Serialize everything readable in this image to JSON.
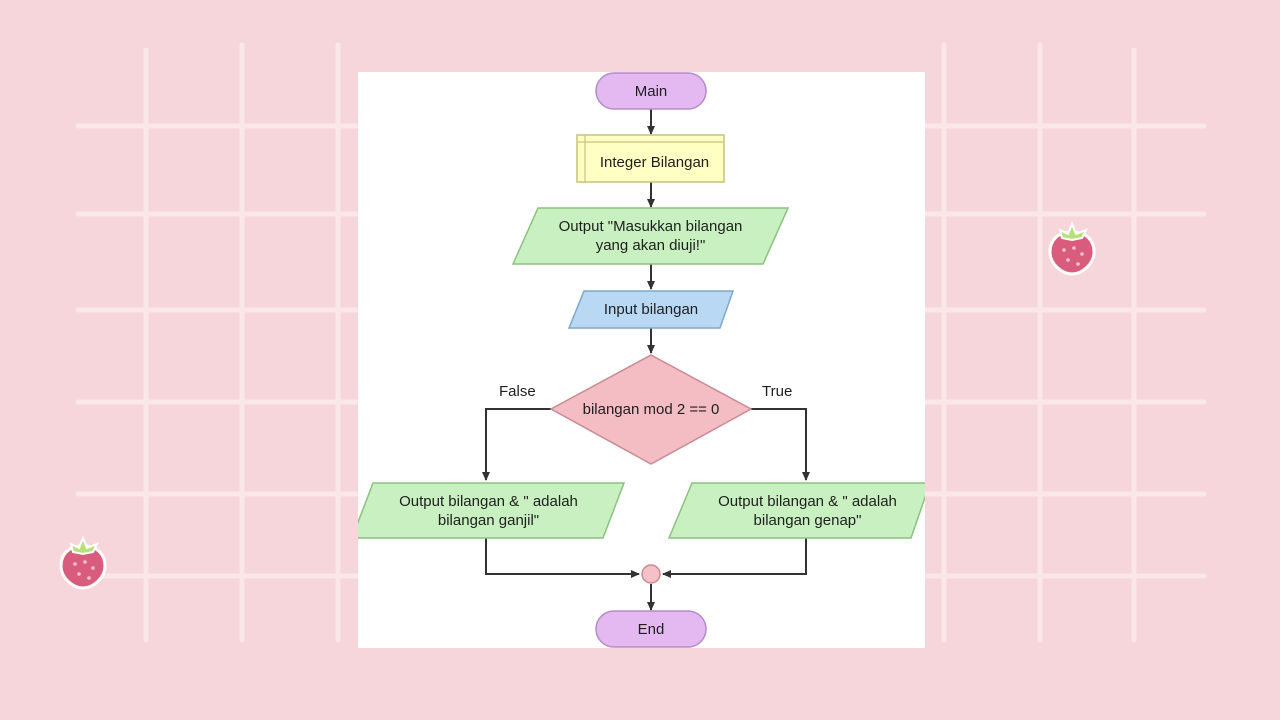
{
  "flowchart": {
    "start": "Main",
    "declare": "Integer Bilangan",
    "output_prompt": "Output \"Masukkan bilangan yang akan diuji!\"",
    "input": "Input bilangan",
    "decision": "bilangan mod 2 == 0",
    "false_label": "False",
    "true_label": "True",
    "output_odd": "Output bilangan & \" adalah bilangan ganjil\"",
    "output_even": "Output bilangan & \" adalah bilangan genap\"",
    "end": "End"
  },
  "colors": {
    "background": "#f6d6da",
    "grid_lines": "#fbe9eb",
    "terminal": "#e4b9f1",
    "declare": "#ffffc4",
    "io_output": "#c8f0c0",
    "io_input": "#b8d8f4",
    "decision": "#f4bcc3",
    "connector": "#f5c1c6"
  },
  "decorations": [
    "strawberry-icon",
    "strawberry-icon"
  ]
}
